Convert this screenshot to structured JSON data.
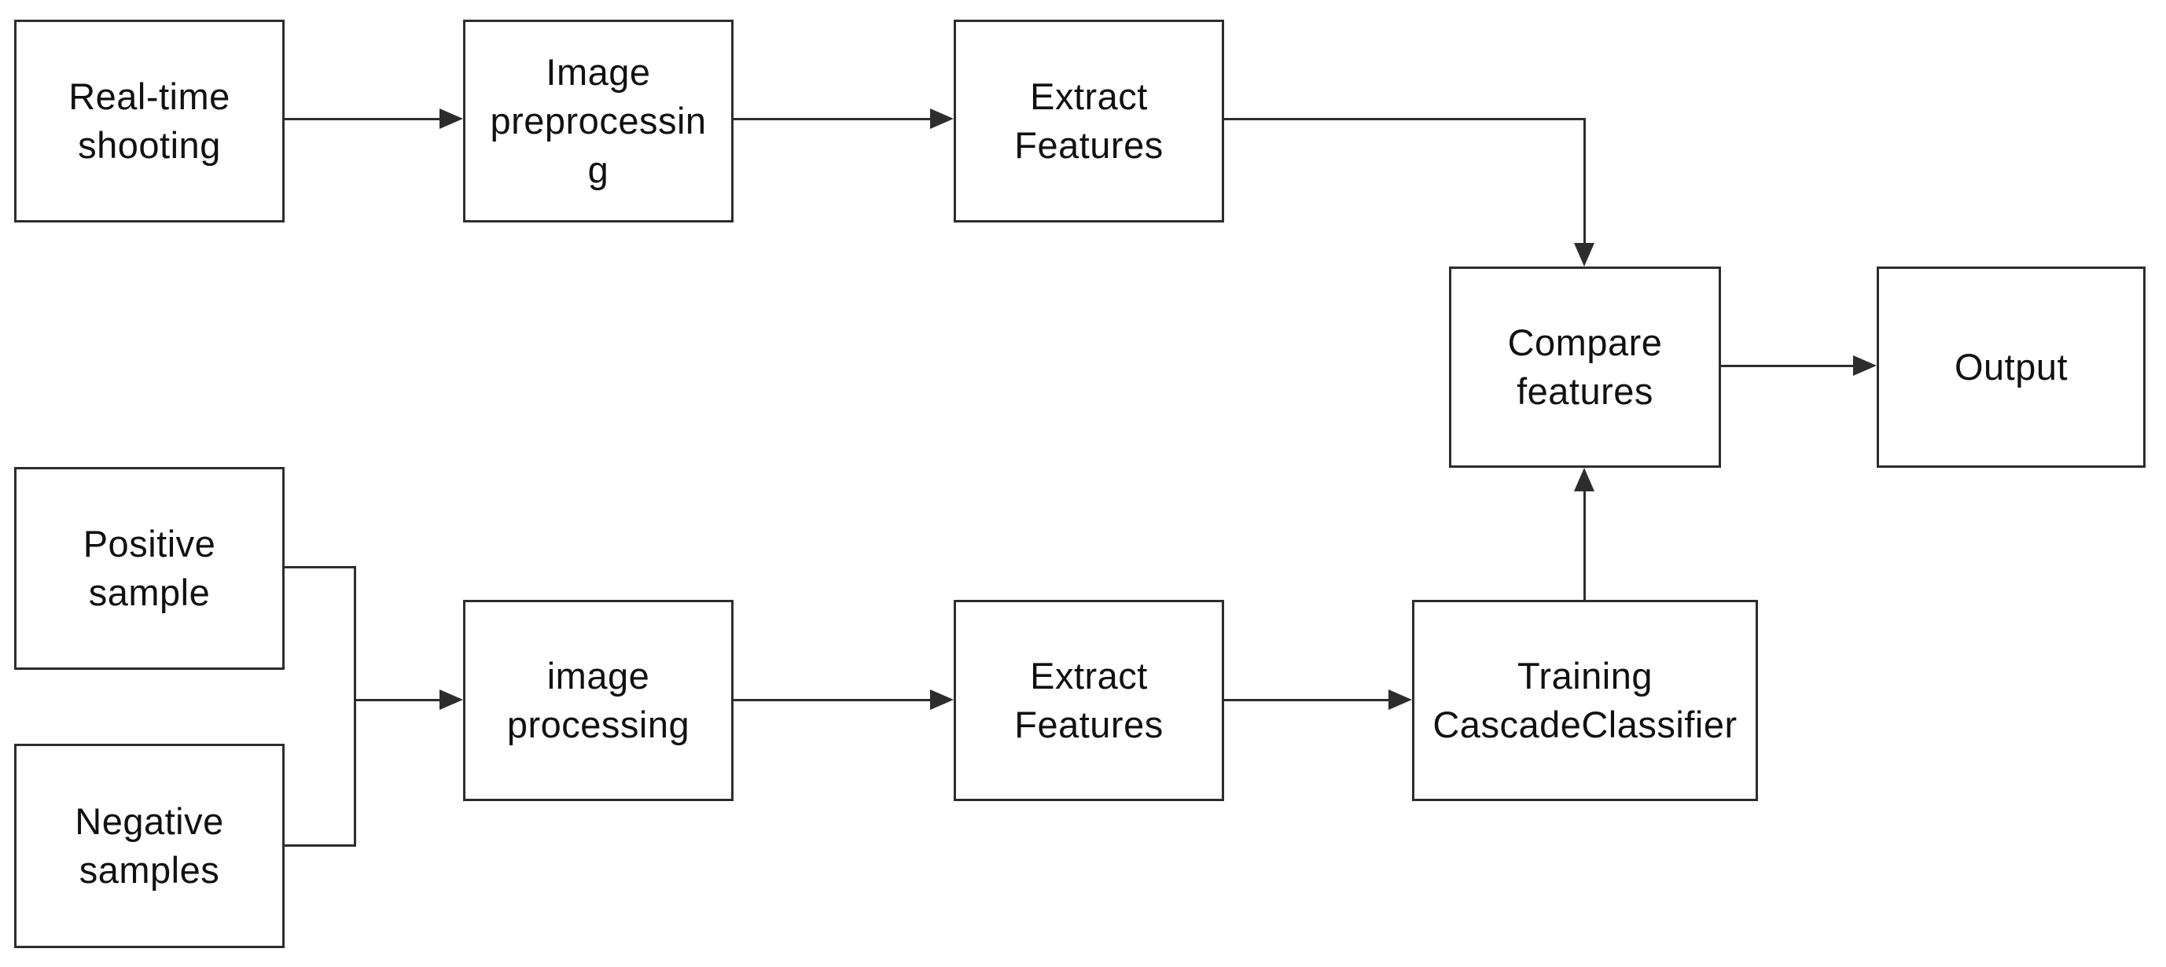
{
  "diagram": {
    "background_color": "#ffffff",
    "line_color": "#2d2d2d",
    "text_color": "#111111",
    "nodes": {
      "realtime": {
        "label": "Real-time\nshooting"
      },
      "preprocess": {
        "label": "Image\npreprocessin\ng"
      },
      "extract_top": {
        "label": "Extract\nFeatures"
      },
      "compare": {
        "label": "Compare\nfeatures"
      },
      "output": {
        "label": "Output"
      },
      "positive": {
        "label": "Positive\nsample"
      },
      "negative": {
        "label": "Negative\nsamples"
      },
      "process": {
        "label": "image\nprocessing"
      },
      "extract_bottom": {
        "label": "Extract\nFeatures"
      },
      "training": {
        "label": "Training\nCascadeClassifier"
      }
    },
    "edges": [
      {
        "from": "Real-time shooting",
        "to": "Image preprocessing"
      },
      {
        "from": "Image preprocessing",
        "to": "Extract Features (top)"
      },
      {
        "from": "Extract Features (top)",
        "to": "Compare features"
      },
      {
        "from": "Compare features",
        "to": "Output"
      },
      {
        "from": "Positive sample",
        "to": "image processing"
      },
      {
        "from": "Negative samples",
        "to": "image processing"
      },
      {
        "from": "image processing",
        "to": "Extract Features (bottom)"
      },
      {
        "from": "Extract Features (bottom)",
        "to": "Training CascadeClassifier"
      },
      {
        "from": "Training CascadeClassifier",
        "to": "Compare features"
      }
    ]
  }
}
